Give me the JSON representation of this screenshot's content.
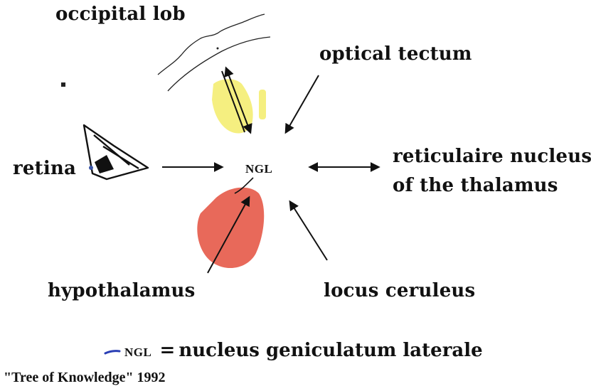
{
  "labels": {
    "occipital": "occipital lob",
    "tectum": "optical tectum",
    "retina": "retina",
    "center": "NGL",
    "reticular_line1": "reticulaire nucleus",
    "reticular_line2": "of the thalamus",
    "hypothalamus": "hypothalamus",
    "locus": "locus ceruleus"
  },
  "legend": {
    "abbr": "NGL",
    "equals": "=",
    "definition": "nucleus geniculatum laterale"
  },
  "caption": "\"Tree of Knowledge\" 1992",
  "colors": {
    "hypothalamus_fill": "#e8695a",
    "tectum_fill": "#f5ef7a",
    "ink": "#111111",
    "legend_mark": "#2a3fb5"
  }
}
